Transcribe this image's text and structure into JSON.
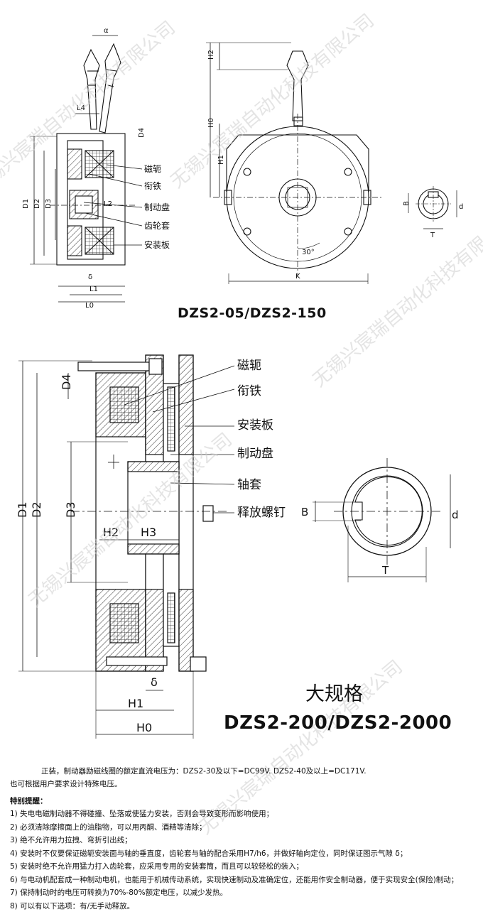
{
  "watermark": "无锡兴宸瑞自动化科技有限公司",
  "diagram_small": {
    "title": "DZS2-05/DZS2-150",
    "part_labels": [
      "磁轭",
      "衔铁",
      "制动盘",
      "齿轮套",
      "安装板"
    ],
    "dimensions": {
      "alpha": "α",
      "L4": "L4",
      "L2": "L2",
      "D4": "D4",
      "D1": "D1",
      "D2": "D2",
      "D3": "D3",
      "delta": "δ",
      "L1": "L1",
      "L0": "L0",
      "H2": "H2",
      "H0": "H0",
      "H1": "H1",
      "angle": "30°",
      "K": "K",
      "B": "B",
      "d": "d",
      "T": "T"
    }
  },
  "diagram_large": {
    "subtitle": "大规格",
    "title": "DZS2-200/DZS2-2000",
    "part_labels": [
      "磁轭",
      "衔铁",
      "安装板",
      "制动盘",
      "轴套",
      "释放螺钉"
    ],
    "dimensions": {
      "D4": "D4",
      "D1": "D1",
      "D2": "D2",
      "D3": "D3",
      "H2": "H2",
      "H3": "H3",
      "delta": "δ",
      "H1": "H1",
      "H0": "H0",
      "B": "B",
      "d": "d",
      "T": "T"
    }
  },
  "notes": {
    "intro": "正装，制动器励磁线圈的额定直流电压为：DZS2-30及以下=DC99V.  DZS2-40及以上=DC171V.",
    "intro2": "也可根据用户要求设计特殊电压。",
    "heading": "特别提醒：",
    "items": [
      "1) 失电电磁制动器不得碰撞、坠落或使猛力安装，否则会导致变形而影响使用；",
      "2) 必须清除摩擦面上的油脂物，可以用丙酮、酒精等清除；",
      "3) 绝不允许用力拉拽、弯折引出线；",
      "4) 安装时不仅要保证磁轭安装面与轴的垂直度，齿轮套与轴的配合采用H7/h6，并做好轴向定位，同时保证图示气隙 δ；",
      "5) 安装时绝不允许用猛力打入齿轮套，应采用专用的安装套筒，而且可以较轻松的装入；",
      "6) 与电动机配套成一种制动电机，也能用于机械传动系统，实现快速制动及准确定位，还能用作安全制动器，便于实现安全(保险)制动；",
      "7) 保持制动时的电压可转换为70%-80%额定电压，以减少发热。",
      "8) 可以有以下选项：有/无手动释放。"
    ]
  }
}
